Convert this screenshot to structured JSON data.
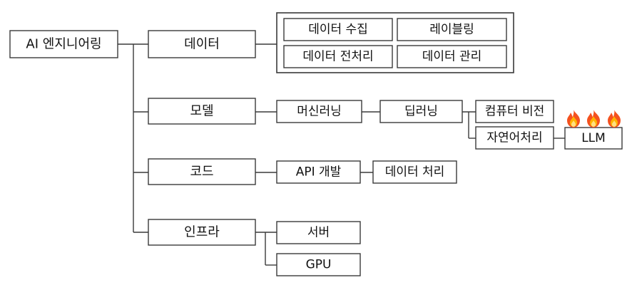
{
  "root": {
    "label": "AI 엔지니어링"
  },
  "categories": {
    "data": {
      "label": "데이터"
    },
    "model": {
      "label": "모델"
    },
    "code": {
      "label": "코드"
    },
    "infra": {
      "label": "인프라"
    }
  },
  "data_items": {
    "collection": "데이터 수집",
    "labeling": "레이블링",
    "preprocessing": "데이터 전처리",
    "management": "데이터 관리"
  },
  "model_items": {
    "machine_learning": "머신러닝",
    "deep_learning": "딥러닝",
    "computer_vision": "컴퓨터 비전",
    "nlp": "자연어처리",
    "llm": "LLM"
  },
  "code_items": {
    "api_dev": "API 개발",
    "data_processing": "데이터 처리"
  },
  "infra_items": {
    "server": "서버",
    "gpu": "GPU"
  },
  "icons": {
    "llm_highlight": "fire-icon",
    "llm_highlight_count": 3
  }
}
